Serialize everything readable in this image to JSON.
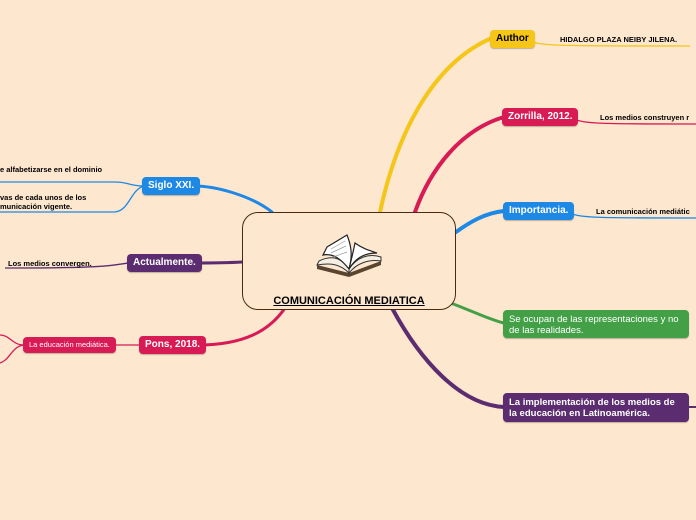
{
  "central": {
    "title": "COMUNICACIÓN MEDIATICA",
    "icon": "open-book-icon"
  },
  "right_branches": [
    {
      "label": "Author",
      "color": "#f5c518",
      "leaf": "HIDALGO PLAZA NEIBY JILENA."
    },
    {
      "label": "Zorrilla, 2012.",
      "color": "#d81b55",
      "leaf": "Los medios construyen r"
    },
    {
      "label": "Importancia.",
      "color": "#1e88e5",
      "leaf": "La comunicación mediátic"
    },
    {
      "label": "Se ocupan de las representaciones y no de las realidades.",
      "color": "#43a047"
    },
    {
      "label": "La implementación de los medios de la educación en Latinoamérica.",
      "color": "#5b2c6f"
    }
  ],
  "left_branches": [
    {
      "label": "Siglo XXI.",
      "color": "#1e88e5",
      "leaves": [
        "e alfabetizarse en el dominio",
        "vas de cada unos de los",
        "municación vigente."
      ]
    },
    {
      "label": "Actualmente.",
      "color": "#5b2c6f",
      "leaves": [
        "Los medios convergen."
      ]
    },
    {
      "label": "Pons, 2018.",
      "color": "#d81b55",
      "sub": "La educación mediática."
    }
  ]
}
